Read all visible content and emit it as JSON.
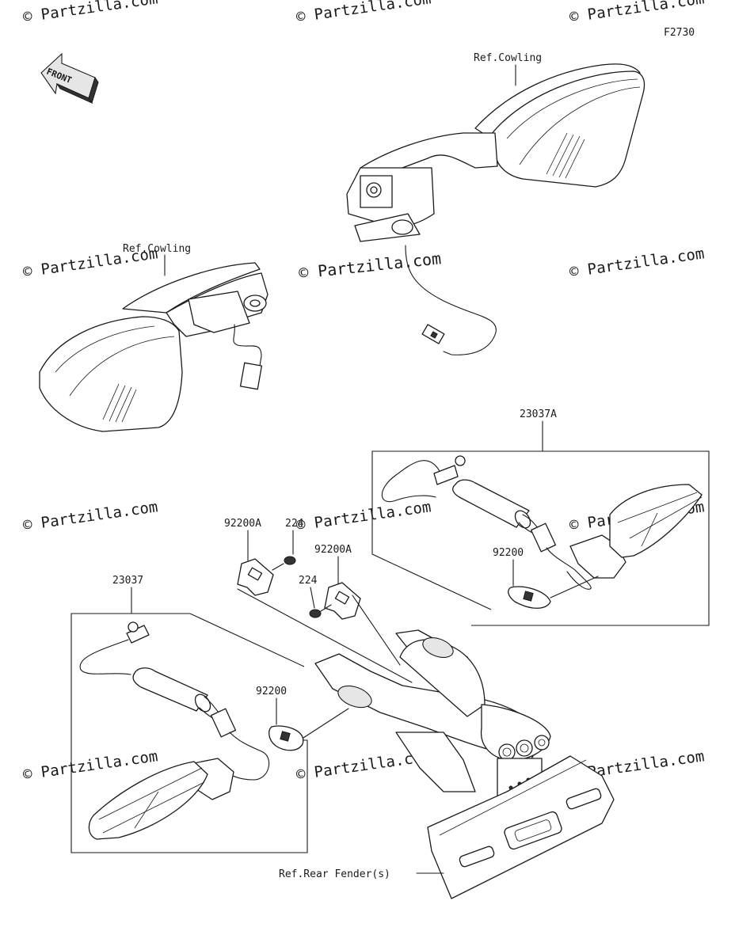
{
  "diagram_code": "F2730",
  "front_label": "FRONT",
  "watermark_text": "© Partzilla.com",
  "center_watermark": "© Partzilla.com",
  "callouts": {
    "ref_cowling_top": "Ref.Cowling",
    "ref_cowling_left": "Ref.Cowling",
    "part_23037A": "23037A",
    "part_23037": "23037",
    "part_92200A_left": "92200A",
    "part_92200A_right": "92200A",
    "part_224_upper": "224",
    "part_224_lower": "224",
    "part_92200_right": "92200",
    "part_92200_left": "92200",
    "ref_rear_fender": "Ref.Rear Fender(s)"
  }
}
